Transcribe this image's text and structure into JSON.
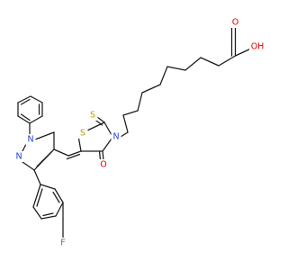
{
  "molecule": {
    "atoms": {
      "O_acid": {
        "symbol": "O",
        "color": "#e00000"
      },
      "OH_acid": {
        "symbol": "OH",
        "color": "#e00000"
      },
      "N_rhodanine": {
        "symbol": "N",
        "color": "#1f3fd6"
      },
      "S_ring": {
        "symbol": "S",
        "color": "#b8a000"
      },
      "S_thioxo": {
        "symbol": "S",
        "color": "#b8a000"
      },
      "O_carbonyl": {
        "symbol": "O",
        "color": "#e00000"
      },
      "N_pyrazole_1": {
        "symbol": "N",
        "color": "#1f3fd6"
      },
      "N_pyrazole_2": {
        "symbol": "N",
        "color": "#1f3fd6"
      },
      "F": {
        "symbol": "F",
        "color": "#2e9e2e"
      }
    }
  }
}
